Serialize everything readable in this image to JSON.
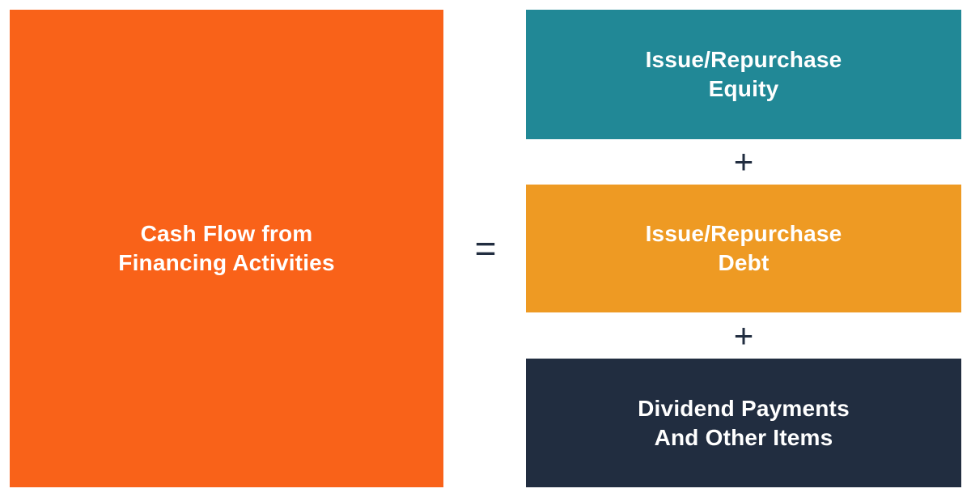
{
  "diagram": {
    "background_color": "#ffffff",
    "symbol_color": "#212d40",
    "equals_symbol": "=",
    "plus_symbol": "+",
    "result_box": {
      "label_line1": "Cash Flow from",
      "label_line2": "Financing Activities",
      "color": "#f96219",
      "text_color": "#ffffff"
    },
    "component_boxes": [
      {
        "label_line1": "Issue/Repurchase",
        "label_line2": "Equity",
        "color": "#218896",
        "text_color": "#ffffff"
      },
      {
        "label_line1": "Issue/Repurchase",
        "label_line2": "Debt",
        "color": "#ee9a23",
        "text_color": "#ffffff"
      },
      {
        "label_line1": "Dividend Payments",
        "label_line2": "And Other Items",
        "color": "#212d40",
        "text_color": "#ffffff"
      }
    ]
  }
}
